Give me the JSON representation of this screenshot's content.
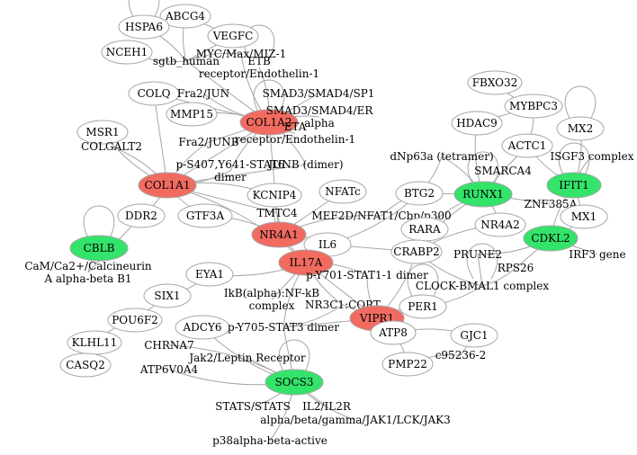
{
  "colors": {
    "up": "#f16b61",
    "down": "#33e36a",
    "neutral": "#ffffff",
    "edge": "#a6a6a6",
    "text": "#000000"
  },
  "nodes": [
    {
      "id": "abcg4",
      "label": [
        "ABCG4"
      ],
      "kind": "neutral"
    },
    {
      "id": "hspa6",
      "label": [
        "HSPA6"
      ],
      "kind": "neutral"
    },
    {
      "id": "vegfc",
      "label": [
        "VEGFC"
      ],
      "kind": "neutral"
    },
    {
      "id": "nceh1",
      "label": [
        "NCEH1"
      ],
      "kind": "neutral"
    },
    {
      "id": "sgtb",
      "label": [
        "sgtb_human"
      ],
      "kind": "text"
    },
    {
      "id": "myc",
      "label": [
        "MYC/Max/MIZ-1"
      ],
      "kind": "text"
    },
    {
      "id": "etb",
      "label": [
        "ETB",
        "receptor/Endothelin-1"
      ],
      "kind": "text"
    },
    {
      "id": "colq",
      "label": [
        "COLQ"
      ],
      "kind": "neutral"
    },
    {
      "id": "fra2jun",
      "label": [
        "Fra2/JUN"
      ],
      "kind": "text"
    },
    {
      "id": "mmp15",
      "label": [
        "MMP15"
      ],
      "kind": "neutral"
    },
    {
      "id": "col1a2",
      "label": [
        "COL1A2"
      ],
      "kind": "up"
    },
    {
      "id": "smad_sp1",
      "label": [
        "SMAD3/SMAD4/SP1"
      ],
      "kind": "text"
    },
    {
      "id": "smad_er",
      "label": [
        "SMAD3/SMAD4/ER",
        "alpha"
      ],
      "kind": "text"
    },
    {
      "id": "msr1",
      "label": [
        "MSR1"
      ],
      "kind": "neutral"
    },
    {
      "id": "colgalt2",
      "label": [
        "COLGALT2"
      ],
      "kind": "text"
    },
    {
      "id": "eta",
      "label": [
        "ETA",
        "receptor/Endothelin-1"
      ],
      "kind": "text"
    },
    {
      "id": "fra2junb",
      "label": [
        "Fra2/JUNB"
      ],
      "kind": "text"
    },
    {
      "id": "junb",
      "label": [
        "JUNB (dimer)"
      ],
      "kind": "text"
    },
    {
      "id": "stat6",
      "label": [
        "p-S407,Y641-STAT6",
        "dimer"
      ],
      "kind": "text"
    },
    {
      "id": "col1a1",
      "label": [
        "COL1A1"
      ],
      "kind": "up"
    },
    {
      "id": "kcnip4",
      "label": [
        "KCNIP4"
      ],
      "kind": "neutral"
    },
    {
      "id": "nfatc",
      "label": [
        "NFATc"
      ],
      "kind": "neutral"
    },
    {
      "id": "ddr2",
      "label": [
        "DDR2"
      ],
      "kind": "neutral"
    },
    {
      "id": "gtf3a",
      "label": [
        "GTF3A"
      ],
      "kind": "neutral"
    },
    {
      "id": "tmtc4",
      "label": [
        "TMTC4"
      ],
      "kind": "neutral"
    },
    {
      "id": "mef2d",
      "label": [
        "MEF2D/NFAT1/Cbp/p300"
      ],
      "kind": "text"
    },
    {
      "id": "cblb",
      "label": [
        "CBLB"
      ],
      "kind": "down"
    },
    {
      "id": "nr4a1",
      "label": [
        "NR4A1"
      ],
      "kind": "up"
    },
    {
      "id": "il6",
      "label": [
        "IL6"
      ],
      "kind": "neutral"
    },
    {
      "id": "cam",
      "label": [
        "CaM/Ca2+/Calcineurin",
        "A alpha-beta B1"
      ],
      "kind": "text"
    },
    {
      "id": "il17a",
      "label": [
        "IL17A"
      ],
      "kind": "up"
    },
    {
      "id": "eya1",
      "label": [
        "EYA1"
      ],
      "kind": "neutral"
    },
    {
      "id": "stat1",
      "label": [
        "p-Y701-STAT1-1 dimer"
      ],
      "kind": "text"
    },
    {
      "id": "ikb",
      "label": [
        "IkB(alpha):NF-kB",
        "complex"
      ],
      "kind": "text"
    },
    {
      "id": "six1",
      "label": [
        "SIX1"
      ],
      "kind": "neutral"
    },
    {
      "id": "nr3c1",
      "label": [
        "NR3C1:CORT"
      ],
      "kind": "text"
    },
    {
      "id": "vipr1",
      "label": [
        "VIPR1"
      ],
      "kind": "up"
    },
    {
      "id": "pou6f2",
      "label": [
        "POU6F2"
      ],
      "kind": "neutral"
    },
    {
      "id": "adcy6",
      "label": [
        "ADCY6"
      ],
      "kind": "neutral"
    },
    {
      "id": "stat3",
      "label": [
        "p-Y705-STAT3 dimer"
      ],
      "kind": "text"
    },
    {
      "id": "atp8",
      "label": [
        "ATP8"
      ],
      "kind": "neutral"
    },
    {
      "id": "klhl11",
      "label": [
        "KLHL11"
      ],
      "kind": "neutral"
    },
    {
      "id": "chrna7",
      "label": [
        "CHRNA7"
      ],
      "kind": "neutral"
    },
    {
      "id": "casq2",
      "label": [
        "CASQ2"
      ],
      "kind": "neutral"
    },
    {
      "id": "jak2",
      "label": [
        "Jak2/Leptin Receptor"
      ],
      "kind": "text"
    },
    {
      "id": "atp6v0a4",
      "label": [
        "ATP6V0A4"
      ],
      "kind": "neutral"
    },
    {
      "id": "socs3",
      "label": [
        "SOCS3"
      ],
      "kind": "down"
    },
    {
      "id": "stats",
      "label": [
        "STATS/STATS"
      ],
      "kind": "text"
    },
    {
      "id": "il2",
      "label": [
        "IL2/IL2R"
      ],
      "kind": "text"
    },
    {
      "id": "jak1",
      "label": [
        "alpha/beta/gamma/JAK1/LCK/JAK3"
      ],
      "kind": "text"
    },
    {
      "id": "p38",
      "label": [
        "p38alpha-beta-active"
      ],
      "kind": "text"
    },
    {
      "id": "fbxo32",
      "label": [
        "FBXO32"
      ],
      "kind": "neutral"
    },
    {
      "id": "mybpc3",
      "label": [
        "MYBPC3"
      ],
      "kind": "neutral"
    },
    {
      "id": "hdac9",
      "label": [
        "HDAC9"
      ],
      "kind": "neutral"
    },
    {
      "id": "mx2",
      "label": [
        "MX2"
      ],
      "kind": "neutral"
    },
    {
      "id": "actc1",
      "label": [
        "ACTC1"
      ],
      "kind": "neutral"
    },
    {
      "id": "dnp63a",
      "label": [
        "dNp63a (tetramer)"
      ],
      "kind": "text"
    },
    {
      "id": "isgf3",
      "label": [
        "ISGF3 complex"
      ],
      "kind": "text"
    },
    {
      "id": "smarca4",
      "label": [
        "SMARCA4"
      ],
      "kind": "text"
    },
    {
      "id": "btg2",
      "label": [
        "BTG2"
      ],
      "kind": "neutral"
    },
    {
      "id": "runx1",
      "label": [
        "RUNX1"
      ],
      "kind": "down"
    },
    {
      "id": "ifit1",
      "label": [
        "IFIT1"
      ],
      "kind": "down"
    },
    {
      "id": "znf385a",
      "label": [
        "ZNF385A"
      ],
      "kind": "text"
    },
    {
      "id": "rara",
      "label": [
        "RARA"
      ],
      "kind": "neutral"
    },
    {
      "id": "nr4a2",
      "label": [
        "NR4A2"
      ],
      "kind": "neutral"
    },
    {
      "id": "mx1",
      "label": [
        "MX1"
      ],
      "kind": "neutral"
    },
    {
      "id": "cdkl2",
      "label": [
        "CDKL2"
      ],
      "kind": "down"
    },
    {
      "id": "crabp2",
      "label": [
        "CRABP2"
      ],
      "kind": "neutral"
    },
    {
      "id": "prune2",
      "label": [
        "PRUNE2"
      ],
      "kind": "neutral"
    },
    {
      "id": "irf3",
      "label": [
        "IRF3 gene"
      ],
      "kind": "text"
    },
    {
      "id": "rps26",
      "label": [
        "RPS26"
      ],
      "kind": "text"
    },
    {
      "id": "clock",
      "label": [
        "CLOCK-BMAL1 complex"
      ],
      "kind": "text"
    },
    {
      "id": "per1",
      "label": [
        "PER1"
      ],
      "kind": "neutral"
    },
    {
      "id": "gjc1",
      "label": [
        "GJC1"
      ],
      "kind": "neutral"
    },
    {
      "id": "c95236",
      "label": [
        "c95236-2"
      ],
      "kind": "neutral"
    },
    {
      "id": "pmp22",
      "label": [
        "PMP22"
      ],
      "kind": "neutral"
    }
  ]
}
